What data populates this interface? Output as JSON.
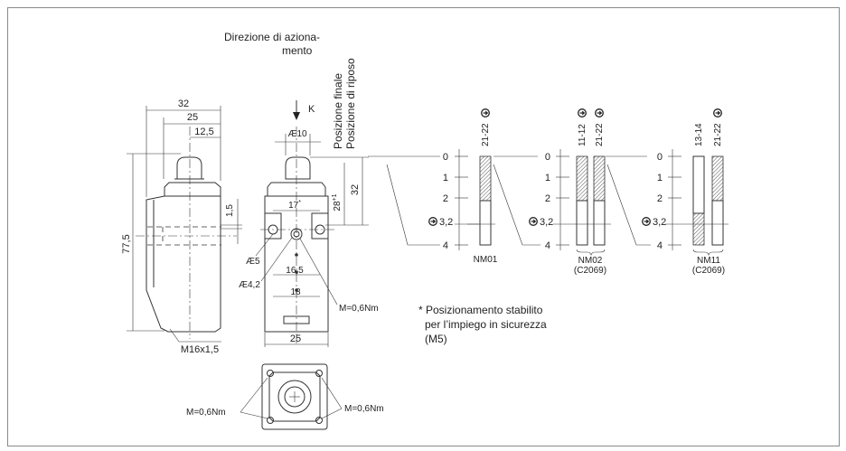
{
  "labels": {
    "direction_line1": "Direzione di aziona-",
    "direction_line2": "mento",
    "final_position": "Posizione finale",
    "rest_position": "Posizione di riposo",
    "force_k": "K"
  },
  "dimensions": {
    "width_32": "32",
    "width_25": "25",
    "width_12_5": "12,5",
    "height_77_5": "77,5",
    "offset_1_5": "1,5",
    "thread": "M16x1,5",
    "dia_10": "Æ10",
    "height_28": "28",
    "height_28_sup": "+1",
    "height_32": "32",
    "spacing_17": "17",
    "spacing_17_sup": "*",
    "dia_5": "Æ5",
    "dia_4_2": "Æ4,2",
    "spacing_16_5": "16,5",
    "spacing_18": "18",
    "torque": "M=0,6Nm",
    "base_25": "25",
    "top_torque_left": "M=0,6Nm",
    "top_torque_right": "M=0,6Nm"
  },
  "travel_scale": {
    "ticks": [
      "0",
      "1",
      "2",
      "3,2",
      "4"
    ]
  },
  "contacts": [
    {
      "name": "NM01",
      "sub": "",
      "columns": [
        {
          "label": "21-22"
        }
      ]
    },
    {
      "name": "NM02",
      "sub": "(C2069)",
      "columns": [
        {
          "label": "11-12"
        },
        {
          "label": "21-22"
        }
      ]
    },
    {
      "name": "NM11",
      "sub": "(C2069)",
      "columns": [
        {
          "label": "13-14"
        },
        {
          "label": "21-22"
        }
      ]
    }
  ],
  "note": {
    "line1": "* Posizionamento stabilito",
    "line2": "per l’impiego in sicurezza",
    "line3": "(M5)"
  },
  "icons": [
    "positive-opening-icon"
  ]
}
